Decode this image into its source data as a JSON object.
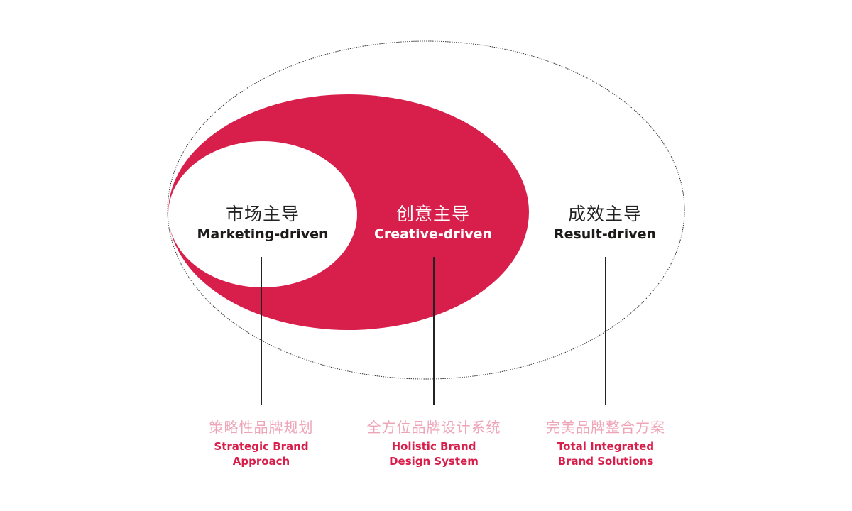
{
  "colors": {
    "accent": "#d81e4b",
    "sub_cn": "#eea5b8",
    "text": "#1e1a1a"
  },
  "circles": [
    {
      "cn": "市场主导",
      "en": "Marketing-driven",
      "desc_cn": "策略性品牌规划",
      "desc_en_1": "Strategic Brand",
      "desc_en_2": "Approach"
    },
    {
      "cn": "创意主导",
      "en": "Creative-driven",
      "desc_cn": "全方位品牌设计系统",
      "desc_en_1": "Holistic Brand",
      "desc_en_2": "Design System"
    },
    {
      "cn": "成效主导",
      "en": "Result-driven",
      "desc_cn": "完美品牌整合方案",
      "desc_en_1": "Total Integrated",
      "desc_en_2": "Brand Solutions"
    }
  ]
}
